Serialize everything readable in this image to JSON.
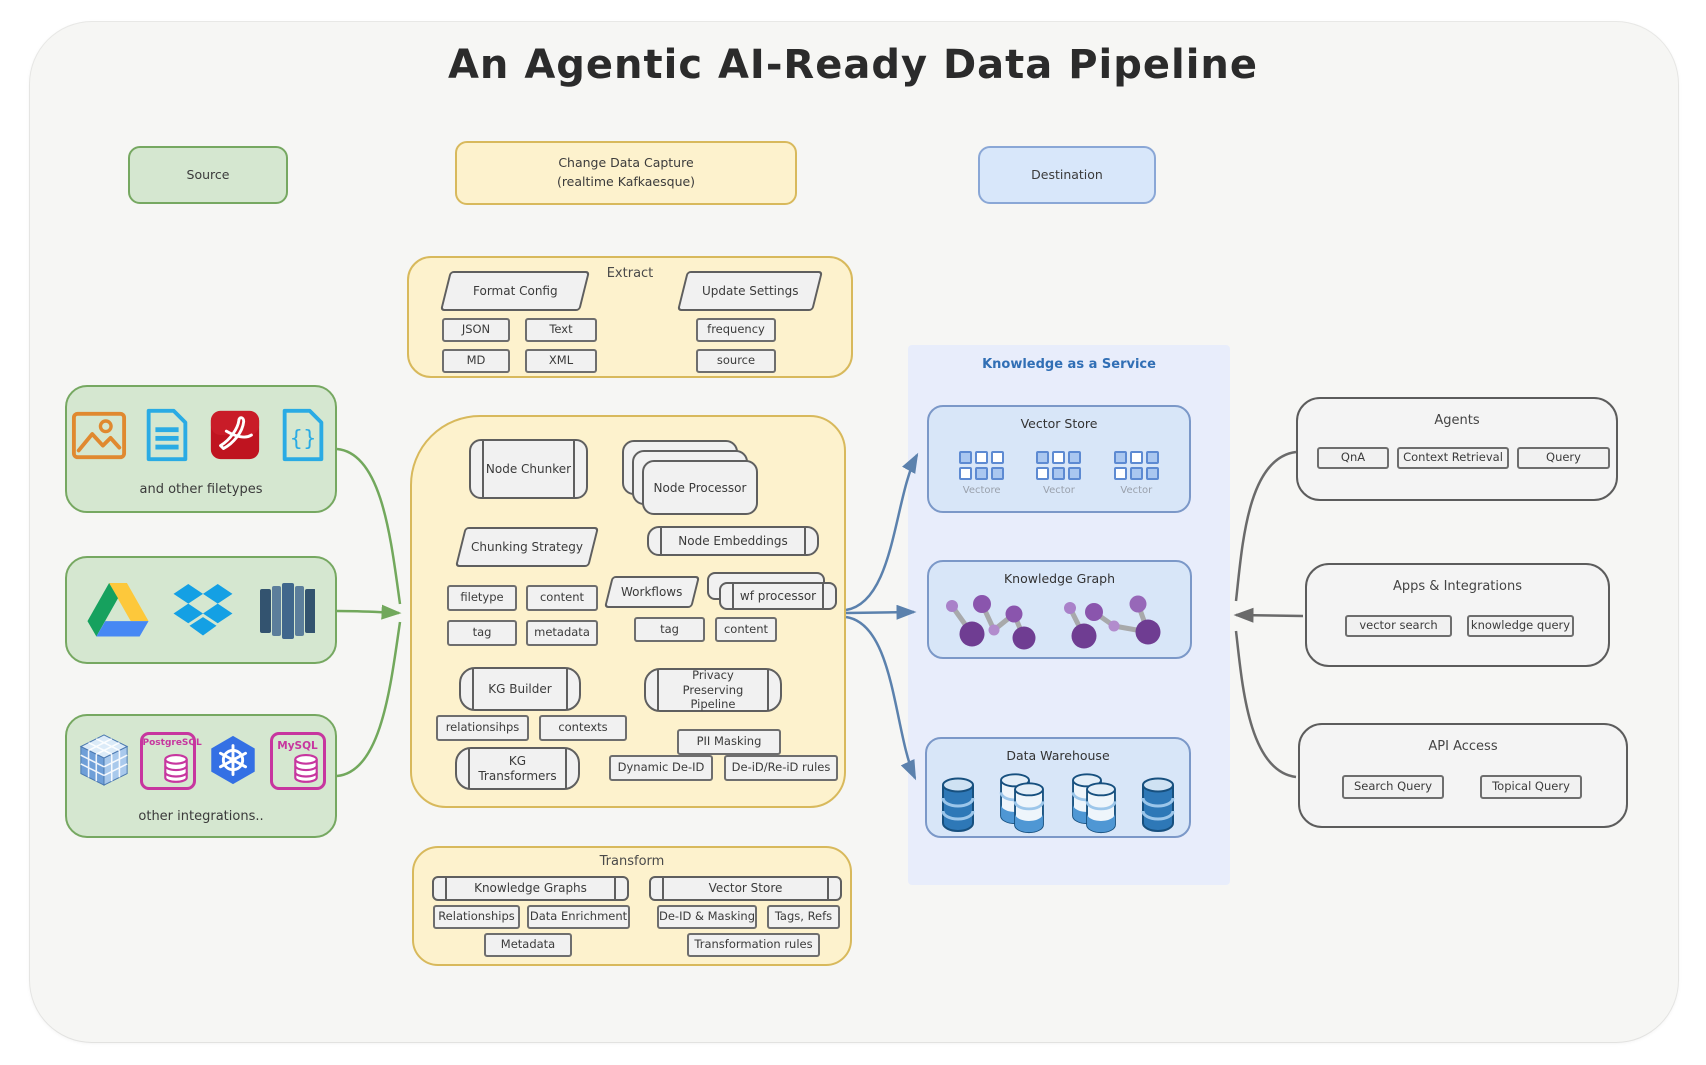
{
  "title": "An Agentic AI-Ready Data Pipeline",
  "headers": {
    "source": "Source",
    "cdc_line1": "Change Data Capture",
    "cdc_line2": "(realtime Kafkaesque)",
    "destination": "Destination"
  },
  "sources": {
    "filetypes": {
      "caption": "and other filetypes",
      "icons": [
        "image-icon",
        "document-icon",
        "pdf-icon",
        "json-file-icon"
      ],
      "json_glyph": "{}"
    },
    "clouds": {
      "icons": [
        "google-drive-icon",
        "dropbox-icon",
        "aws-database-icon"
      ]
    },
    "integrations": {
      "caption": "other integrations..",
      "icons": [
        "olap-cube-icon",
        "postgresql-icon",
        "kubernetes-icon",
        "mysql-icon"
      ],
      "postgresql_label": "PostgreSQL",
      "mysql_label": "MySQL"
    }
  },
  "extract": {
    "title": "Extract",
    "format_config": "Format Config",
    "update_settings": "Update Settings",
    "formats": [
      "JSON",
      "Text",
      "MD",
      "XML"
    ],
    "settings": [
      "frequency",
      "source"
    ]
  },
  "process": {
    "node_chunker": "Node Chunker",
    "node_processor": "Node Processor",
    "chunking_strategy": "Chunking Strategy",
    "node_embeddings": "Node Embeddings",
    "chunk_tags": [
      "filetype",
      "content",
      "tag",
      "metadata"
    ],
    "workflows": "Workflows",
    "wf_processor": "wf processor",
    "wf_tags": [
      "tag",
      "content"
    ],
    "kg_builder": "KG Builder",
    "privacy_pipeline": "Privacy Preserving Pipeline",
    "kg_tags": [
      "relationsihps",
      "contexts"
    ],
    "pii_masking": "PII Masking",
    "kg_transformers": "KG Transformers",
    "deid_tags": [
      "Dynamic De-ID",
      "De-iD/Re-iD rules"
    ]
  },
  "transform": {
    "title": "Transform",
    "knowledge_graphs": "Knowledge Graphs",
    "vector_store": "Vector Store",
    "kg_chips": [
      "Relationships",
      "Data Enrichment",
      "Metadata"
    ],
    "vs_chips": [
      "De-ID & Masking",
      "Tags, Refs",
      "Transformation rules"
    ]
  },
  "kaas": {
    "title": "Knowledge as a Service",
    "vector_store": {
      "title": "Vector Store",
      "labels": [
        "Vectore",
        "Vector",
        "Vector"
      ],
      "icons": [
        "vector-grid-icon",
        "vector-grid-icon",
        "vector-grid-icon"
      ]
    },
    "knowledge_graph": {
      "title": "Knowledge Graph",
      "icon": "graph-nodes-icon"
    },
    "data_warehouse": {
      "title": "Data Warehouse",
      "icons": [
        "database-icon",
        "database-stack-icon",
        "database-stack-icon",
        "database-icon"
      ]
    }
  },
  "consumers": {
    "agents": {
      "title": "Agents",
      "items": [
        "QnA",
        "Context Retrieval",
        "Query"
      ]
    },
    "apps": {
      "title": "Apps & Integrations",
      "items": [
        "vector search",
        "knowledge query"
      ]
    },
    "api": {
      "title": "API Access",
      "items": [
        "Search Query",
        "Topical Query"
      ]
    }
  },
  "colors": {
    "source_green_fill": "#d5e7d0",
    "source_green_border": "#76a861",
    "pipeline_yellow_fill": "#fdf2cd",
    "pipeline_yellow_border": "#d8b95c",
    "destination_blue_fill": "#d8e7fa",
    "destination_blue_border": "#8aa7d6",
    "kaas_panel": "#e8edfb",
    "kaas_box_fill": "#d8e6f8",
    "kaas_box_border": "#7b98c8",
    "kaas_title_blue": "#316fb5",
    "arrow_green": "#72a85c",
    "arrow_blue": "#5b81ad",
    "arrow_gray": "#6a6a6a",
    "graph_purple_dark": "#6f3d92",
    "graph_purple_mid": "#8a55ad",
    "graph_purple_light": "#a981c9",
    "db_blue": "#2e78b7",
    "magenta_accent": "#c7369f"
  }
}
